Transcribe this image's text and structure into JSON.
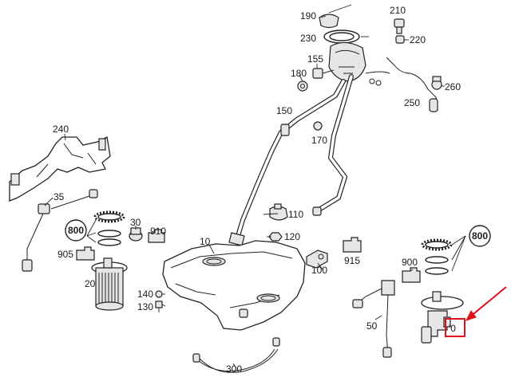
{
  "parts": {
    "p190": "190",
    "p210": "210",
    "p230": "230",
    "p220": "220",
    "p155": "155",
    "p180": "180",
    "p260": "260",
    "p250": "250",
    "p150": "150",
    "p170": "170",
    "p240": "240",
    "p35": "35",
    "p110": "110",
    "p30": "30",
    "p910": "910",
    "p800a": "800",
    "p800b": "800",
    "p120": "120",
    "p10": "10",
    "p915": "915",
    "p905": "905",
    "p100": "100",
    "p900": "900",
    "p20": "20",
    "p140": "140",
    "p130": "130",
    "p50": "50",
    "p300": "300"
  },
  "colors": {
    "highlight": "#e0101b",
    "line": "#222222"
  }
}
